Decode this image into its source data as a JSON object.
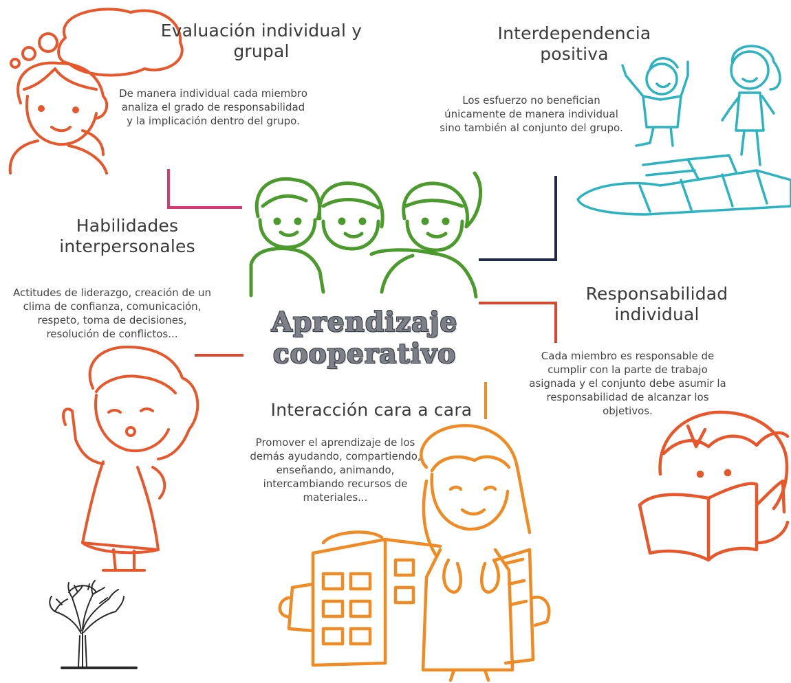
{
  "title": {
    "line1": "Aprendizaje",
    "line2": "cooperativo"
  },
  "nodes": {
    "evaluacion": {
      "heading_l1": "Evaluación individual y",
      "heading_l2": "grupal",
      "description": "De manera individual cada miembro analiza el grado de responsabilidad y la implicación dentro del grupo."
    },
    "interdependencia": {
      "heading_l1": "Interdependencia",
      "heading_l2": "positiva",
      "description": "Los esfuerzo no benefician únicamente de manera individual sino también al conjunto del grupo."
    },
    "habilidades": {
      "heading_l1": "Habilidades",
      "heading_l2": "interpersonales",
      "description": "Actitudes de liderazgo, creación de un clima de confianza, comunicación, respeto, toma de decisiones, resolución de conflictos..."
    },
    "responsabilidad": {
      "heading_l1": "Responsabilidad",
      "heading_l2": "individual",
      "description": "Cada miembro es responsable de cumplir con la parte de trabajo asignada y el conjunto debe asumir la responsabilidad de alcanzar los objetivos."
    },
    "interaccion": {
      "heading": "Interacción cara a cara",
      "description": "Promover el aprendizaje de los demás ayudando, compartiendo, enseñando, animando, intercambiando recursos de materiales..."
    }
  },
  "colors": {
    "evaluacion": "#e8562a",
    "interdependencia": "#2ab3c0",
    "habilidades": "#e8562a",
    "responsabilidad": "#e8562a",
    "interaccion": "#f08a22",
    "center_group": "#4a9a2c",
    "connector_pink": "#d63a6e",
    "connector_navy": "#1d2a4a",
    "connector_red": "#e0452a"
  },
  "icons": {
    "evaluacion": "thinking-girl-icon",
    "interdependencia": "hopscotch-kids-icon",
    "habilidades": "talking-girl-icon",
    "responsabilidad": "reading-boy-icon",
    "interaccion": "school-girl-icon",
    "center": "three-friends-icon",
    "corner": "tree-logo-icon"
  }
}
